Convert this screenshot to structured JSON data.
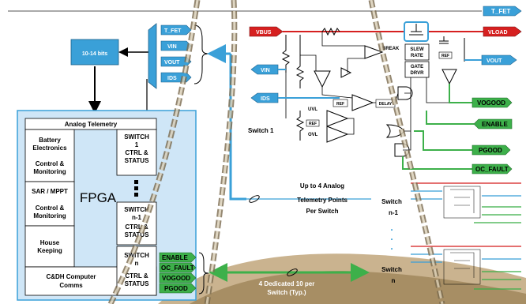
{
  "top_signal": {
    "label": "T_FET"
  },
  "adc": {
    "bits_label": "10-14 bits"
  },
  "mux_inputs": [
    "T_FET",
    "VIN",
    "VOUT",
    "IDS"
  ],
  "fpga_box": {
    "title": "Analog Telemetry",
    "center_label": "FPGA",
    "left_blocks": [
      {
        "line1": "Battery",
        "line2": "Electronics"
      },
      {
        "line1": "Control &",
        "line2": "Monitoring"
      },
      {
        "line1": "SAR / MPPT",
        "line2": ""
      },
      {
        "line1": "Control &",
        "line2": "Monitoring"
      },
      {
        "line1": "House",
        "line2": "Keeping"
      },
      {
        "line1": "C&DH Computer",
        "line2": "Comms"
      }
    ],
    "right_blocks": [
      {
        "line1": "SWITCH",
        "line2": "1",
        "line3": "CTRL &",
        "line4": "STATUS"
      },
      {
        "line1": "SWITCH",
        "line2": "n-1",
        "line3": "CTRL &",
        "line4": "STATUS"
      },
      {
        "line1": "SWITCH",
        "line2": "n",
        "line3": "CTRL &",
        "line4": "STATUS"
      }
    ],
    "out_signals": [
      "ENABLE",
      "OC_FAULT",
      "VOGOOD",
      "PGOOD"
    ]
  },
  "switch_circuit": {
    "vbus": "VBUS",
    "vload": "VLOAD",
    "vin": "VIN",
    "ids": "IDS",
    "vout": "VOUT",
    "switch_label": "Switch 1",
    "blocks": [
      "BREAK",
      "SLEW",
      "RATE",
      "GATE",
      "DRVR",
      "REF",
      "UVL",
      "OVL",
      "REF",
      "REF",
      "DELAY"
    ],
    "outputs": [
      "VOGOOD",
      "ENABLE",
      "PGOOD",
      "OC_FAULT"
    ]
  },
  "annotations": {
    "telemetry_line1": "Up to 4 Analog",
    "telemetry_line2": "Telemetry Points",
    "telemetry_line3": "Per Switch",
    "switch_n1": "Switch",
    "switch_n1_b": "n-1",
    "dots": ".",
    "switch_n": "Switch",
    "switch_n_b": "n",
    "dedicated_line1": "4 Dedicated 10 per",
    "dedicated_line2": "Switch  (Typ.)"
  },
  "colors": {
    "blue": "#3aa0d8",
    "red": "#d62020",
    "green": "#3db04a",
    "dark_green": "#2e8b3a",
    "box_blue": "#cfe6f7"
  }
}
